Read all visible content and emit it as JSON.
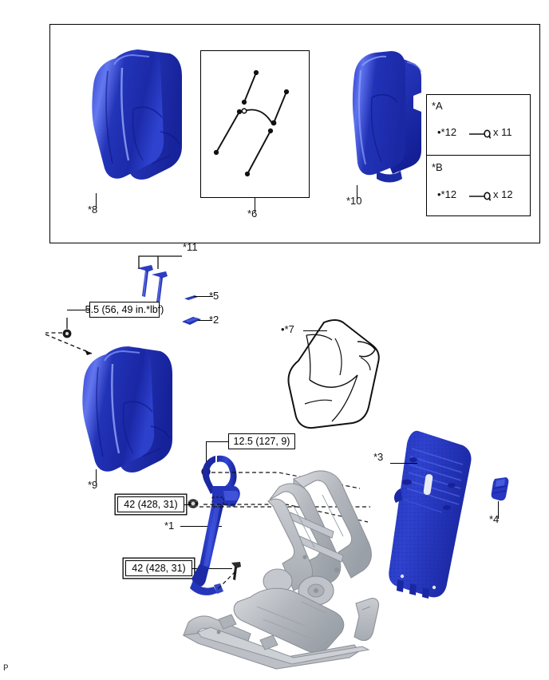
{
  "page": {
    "corner_mark": "P",
    "blue": "#2233bb",
    "blue_dark": "#101c7a",
    "blue_light": "#4a5fe0",
    "gray": "#b9bcc2",
    "gray_dark": "#8b8f96"
  },
  "top_panel": {
    "part_8": {
      "label": "*8",
      "name": "seat-back-cushion-left"
    },
    "detail_6": {
      "label": "*6",
      "name": "hog-ring-wire-detail"
    },
    "part_10": {
      "label": "*10",
      "name": "seat-back-cushion-right"
    },
    "legend": {
      "section_a": {
        "title": "*A",
        "bullet_label": "•*12",
        "qty": "x 11"
      },
      "section_b": {
        "title": "*B",
        "bullet_label": "•*12",
        "qty": "x 12"
      }
    }
  },
  "main": {
    "part_11": {
      "label": "*11",
      "name": "bolt-pair"
    },
    "part_5": {
      "label": "*5",
      "name": "small-clip"
    },
    "part_2": {
      "label": "*2",
      "name": "bracket-plate"
    },
    "part_9": {
      "label": "*9",
      "name": "seat-back-assembly"
    },
    "part_7": {
      "label": "•*7",
      "name": "seat-back-cover"
    },
    "part_1": {
      "label": "*1",
      "name": "seat-belt-retractor-assembly"
    },
    "part_3": {
      "label": "*3",
      "name": "seat-back-board"
    },
    "part_4": {
      "label": "*4",
      "name": "cap-cover"
    },
    "torque_specs": [
      {
        "id": "t1",
        "text": "5.5 (56, 49 in.*lbf)",
        "double": false
      },
      {
        "id": "t2",
        "text": "12.5 (127, 9)",
        "double": false
      },
      {
        "id": "t3",
        "text": "42 (428, 31)",
        "double": true
      },
      {
        "id": "t4",
        "text": "42 (428, 31)",
        "double": true
      }
    ]
  }
}
